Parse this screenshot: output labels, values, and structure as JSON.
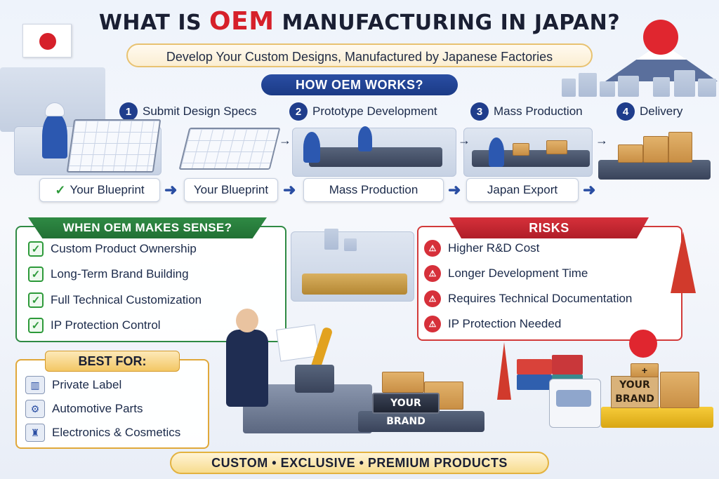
{
  "header": {
    "title_prefix": "WHAT IS ",
    "title_highlight": "OEM",
    "title_suffix": " MANUFACTURING IN JAPAN?",
    "subtitle": "Develop Your Custom Designs, Manufactured by Japanese Factories"
  },
  "how_it_works": {
    "heading": "HOW OEM WORKS?",
    "steps": [
      {
        "number": "1",
        "label": "Submit Design Specs"
      },
      {
        "number": "2",
        "label": "Prototype Development"
      },
      {
        "number": "3",
        "label": "Mass Production"
      },
      {
        "number": "4",
        "label": "Delivery"
      }
    ],
    "flow": [
      {
        "label": "Your Blueprint",
        "icon": "check-icon"
      },
      {
        "label": "Your Blueprint",
        "icon": "arrow-icon"
      },
      {
        "label": "Mass Production",
        "icon": "arrow-icon"
      },
      {
        "label": "Japan Export",
        "icon": "arrow-icon"
      }
    ]
  },
  "when_oem": {
    "heading": "WHEN OEM MAKES SENSE?",
    "items": [
      "Custom Product Ownership",
      "Long-Term Brand Building",
      "Full Technical Customization",
      "IP Protection Control"
    ]
  },
  "risks": {
    "heading": "RISKS",
    "items": [
      "Higher R&D Cost",
      "Longer Development Time",
      "Requires Technical Documentation",
      "IP Protection Needed"
    ]
  },
  "best_for": {
    "heading": "BEST FOR:",
    "items": [
      {
        "label": "Private Label",
        "icon": "barcode-icon"
      },
      {
        "label": "Automotive Parts",
        "icon": "gear-icon"
      },
      {
        "label": "Electronics & Cosmetics",
        "icon": "bottles-icon"
      }
    ]
  },
  "scene": {
    "brand_label": "YOUR BRAND",
    "cargo_label_line1": "YOUR",
    "cargo_label_line2": "BRAND",
    "box_mark": "+"
  },
  "footer": {
    "tagline": "CUSTOM • EXCLUSIVE • PREMIUM PRODUCTS"
  },
  "colors": {
    "accent_red": "#d6202a",
    "navy": "#1f3d8c",
    "green": "#2f8a44",
    "gold": "#e3b23f"
  }
}
